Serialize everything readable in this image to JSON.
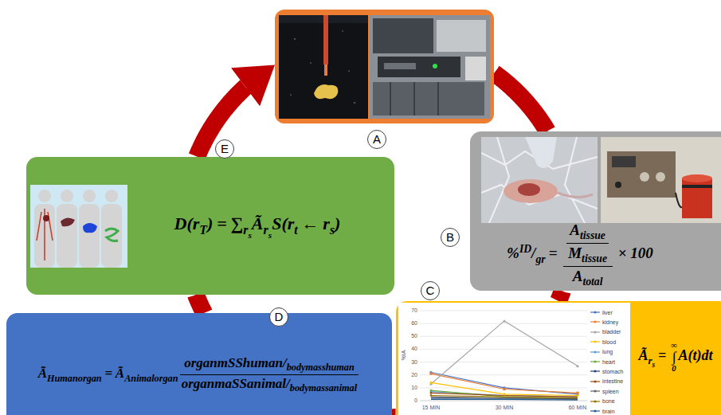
{
  "diagram": {
    "nodes": [
      {
        "text": [
          "A"
        ]
      },
      {
        "text": [
          "B",
          "%",
          "ID",
          "/",
          "gr",
          "=",
          "A",
          "tissue",
          "M",
          "tissue",
          "A",
          "total",
          "× 100"
        ]
      },
      {
        "text": [
          "C",
          "Ã",
          "r",
          "s",
          "=",
          "∫",
          "∞",
          "0",
          "A(t)dt"
        ]
      },
      {
        "text": [
          "D",
          "Ã",
          "Humanorgan",
          "=",
          "Ã",
          "Animalorgan",
          "organmSShuman",
          "/",
          "bodymasshuman",
          "organmaSSanimal",
          "/",
          "bodymassanimal"
        ]
      },
      {
        "text": [
          "E",
          "D(",
          "r",
          "T",
          ")",
          "=",
          "∑",
          "r",
          "s",
          "Ã",
          "r",
          "s",
          "S(",
          "r",
          "t",
          "←",
          "r",
          "s",
          ")"
        ]
      }
    ],
    "edges": [
      {
        "from": 0,
        "to": 1,
        "arrow": "none"
      },
      {
        "from": 1,
        "to": 2,
        "arrow": "none"
      },
      {
        "from": 2,
        "to": 3,
        "arrow": "none"
      },
      {
        "from": 3,
        "to": 4,
        "arrow": "none"
      },
      {
        "from": 4,
        "to": 0,
        "arrow": "to"
      }
    ],
    "labels": [
      "70",
      "60",
      "50",
      "40",
      "30",
      "20",
      "10",
      "0",
      "15 MIN",
      "30 MIN",
      "60 MIN",
      "%IA"
    ],
    "legend": [
      {
        "text": "liver"
      },
      {
        "text": "kidney"
      },
      {
        "text": "bladder"
      },
      {
        "text": "blood"
      },
      {
        "text": "lung"
      },
      {
        "text": "heart"
      },
      {
        "text": "stomach"
      },
      {
        "text": "intestine"
      },
      {
        "text": "spleen"
      },
      {
        "text": "bone"
      },
      {
        "text": "brain"
      }
    ]
  }
}
